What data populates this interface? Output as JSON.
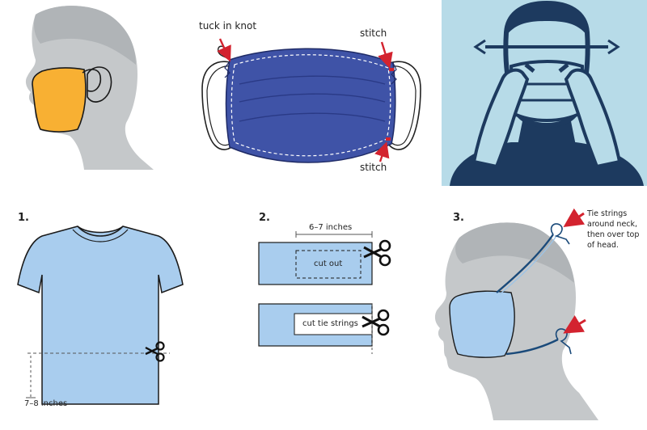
{
  "labels": {
    "tuck_in_knot": "tuck in knot",
    "stitch_top": "stitch",
    "stitch_bottom": "stitch"
  },
  "steps": {
    "step1": {
      "number": "1.",
      "measurement": "7–8 inches"
    },
    "step2": {
      "number": "2.",
      "width": "6–7 inches",
      "cut_out": "cut out",
      "cut_tie": "cut tie strings"
    },
    "step3": {
      "number": "3.",
      "note": "Tie strings around neck, then over top of head."
    }
  },
  "colors": {
    "head_gray": "#c5c8ca",
    "orange_mask": "#f8b033",
    "blue_mask": "#3f53a7",
    "panel_bg": "#b7dbe8",
    "navy": "#1d3a5f",
    "light_blue": "#a9cdee",
    "arrow_red": "#d3232f"
  }
}
